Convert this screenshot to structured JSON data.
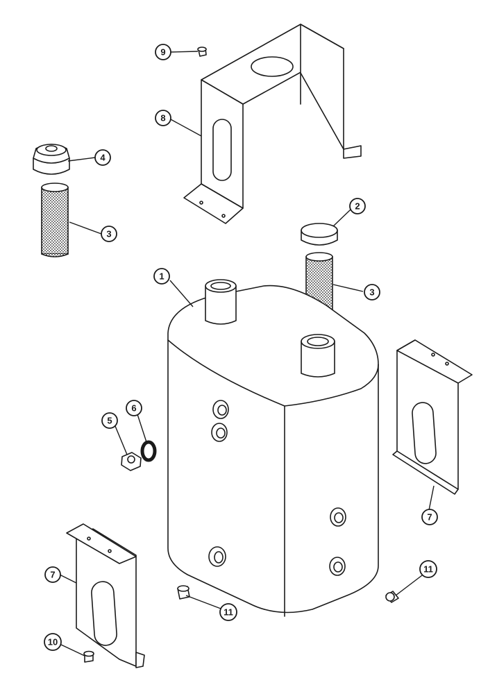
{
  "callouts": [
    {
      "id": "c1",
      "label": "1"
    },
    {
      "id": "c2",
      "label": "2"
    },
    {
      "id": "c3a",
      "label": "3"
    },
    {
      "id": "c3b",
      "label": "3"
    },
    {
      "id": "c4",
      "label": "4"
    },
    {
      "id": "c5",
      "label": "5"
    },
    {
      "id": "c6",
      "label": "6"
    },
    {
      "id": "c7a",
      "label": "7"
    },
    {
      "id": "c7b",
      "label": "7"
    },
    {
      "id": "c8",
      "label": "8"
    },
    {
      "id": "c9",
      "label": "9"
    },
    {
      "id": "c10",
      "label": "10"
    },
    {
      "id": "c11a",
      "label": "11"
    },
    {
      "id": "c11b",
      "label": "11"
    }
  ]
}
